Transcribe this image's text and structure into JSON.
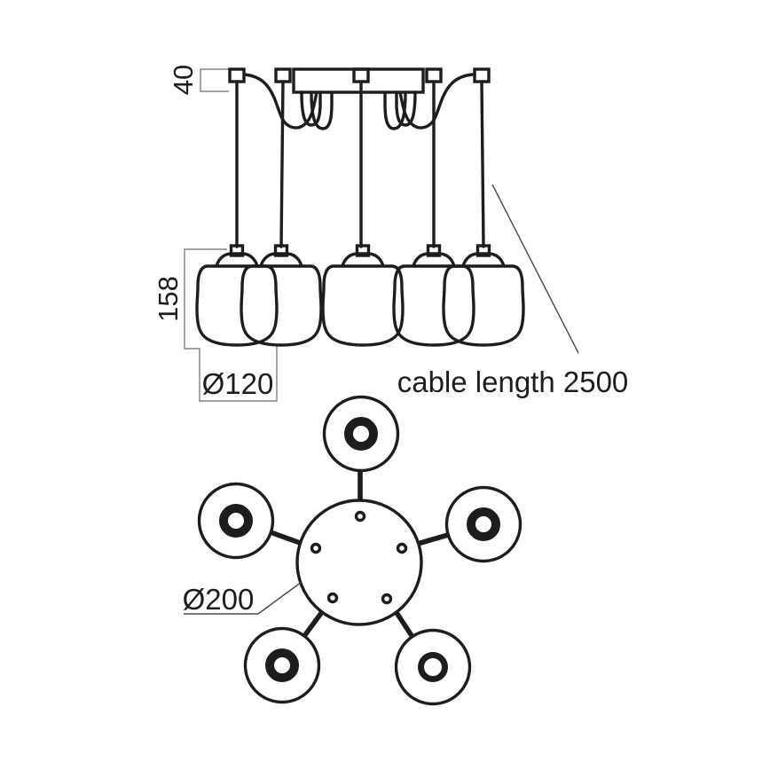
{
  "labels": {
    "canopy_height": "40",
    "shade_height": "158",
    "shade_diameter": "Ø120",
    "cable_length": "cable length 2500",
    "cluster_diameter": "Ø200"
  },
  "colors": {
    "drawing_line": "#1d1d1b",
    "dimension_line": "#6b6b6b",
    "background": "#ffffff"
  },
  "drawing": {
    "shade_count": 5,
    "views": [
      "front elevation",
      "plan view"
    ]
  }
}
